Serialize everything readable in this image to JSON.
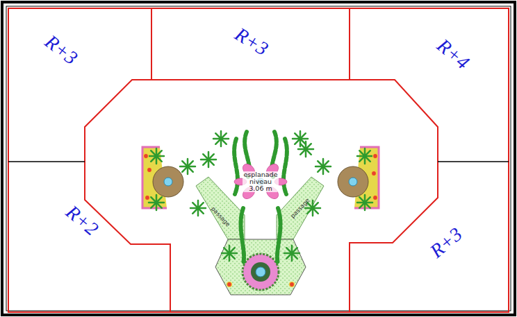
{
  "diagram": {
    "nodes": [
      {
        "text": [
          "R+3"
        ]
      },
      {
        "text": [
          "R+3"
        ]
      },
      {
        "text": [
          "R+4"
        ]
      },
      {
        "text": [
          "R+2"
        ]
      },
      {
        "text": [
          "R+3"
        ]
      }
    ],
    "labels": [
      "esplanade niveau 3.06 m",
      "passage",
      "passage"
    ]
  }
}
